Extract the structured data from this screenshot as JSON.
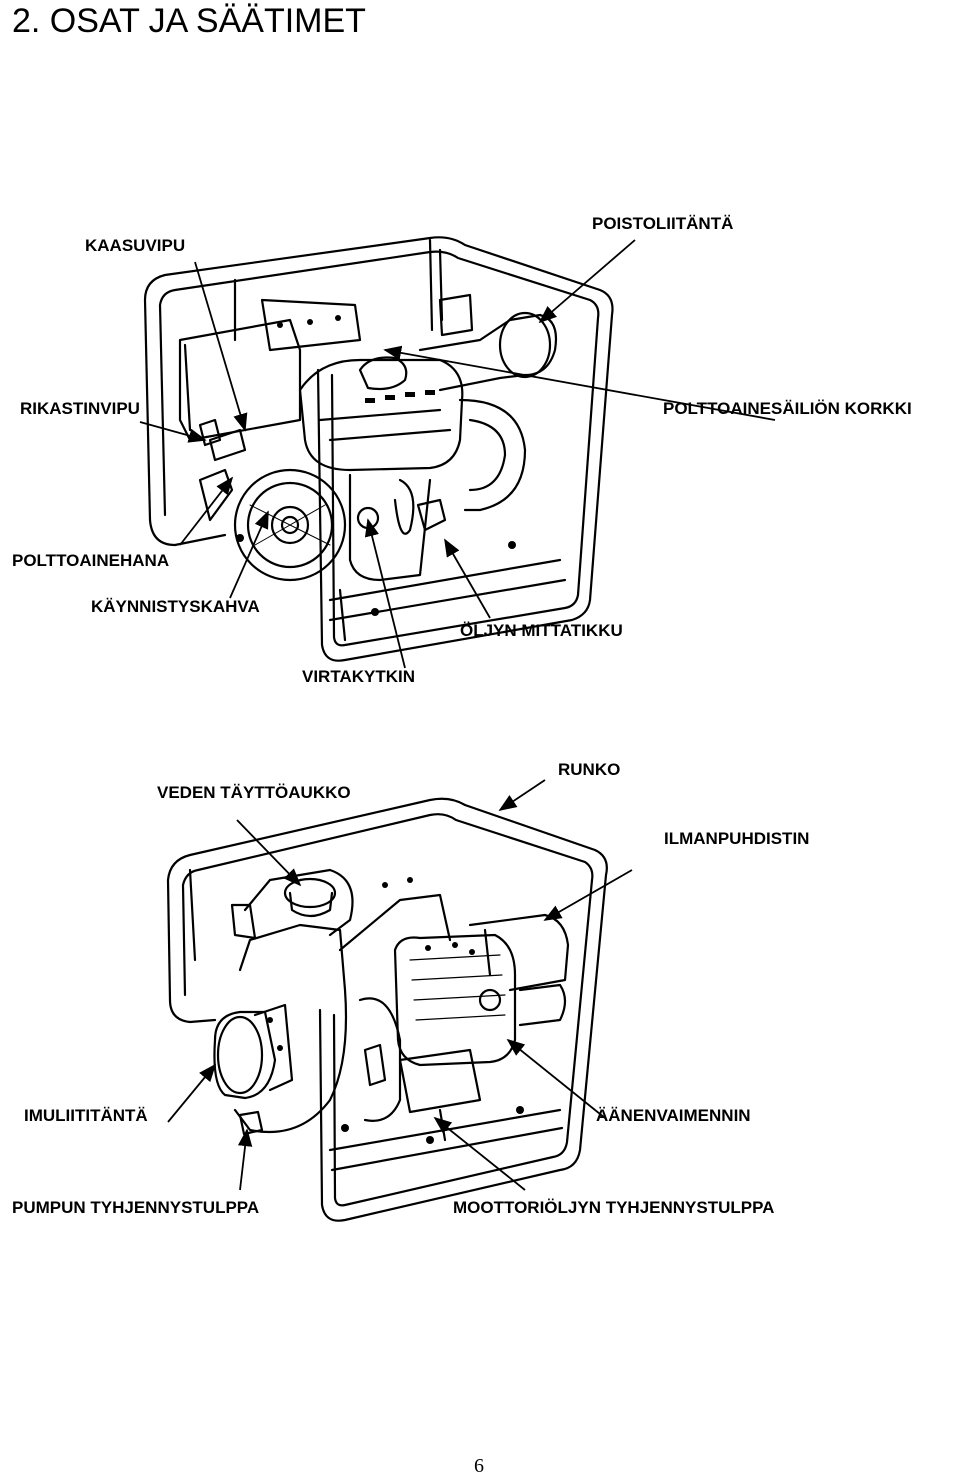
{
  "page": {
    "title": "2. OSAT JA SÄÄTIMET",
    "page_number": "6"
  },
  "figure_top": {
    "labels": {
      "throttle": "KAASUVIPU",
      "outlet": "POISTOLIITÄNTÄ",
      "choke": "RIKASTINVIPU",
      "fuel_cap": "POLTTOAINESÄILIÖN KORKKI",
      "fuel_valve": "POLTTOAINEHANA",
      "starter": "KÄYNNISTYSKAHVA",
      "dipstick": "ÖLJYN MITTATIKKU",
      "switch": "VIRTAKYTKIN"
    }
  },
  "figure_bottom": {
    "labels": {
      "priming": "VEDEN TÄYTTÖAUKKO",
      "frame": "RUNKO",
      "air_cleaner": "ILMANPUHDISTIN",
      "intake": "IMULIITITÄNTÄ",
      "muffler": "ÄÄNENVAIMENNIN",
      "pump_drain": "PUMPUN TYHJENNYSTULPPA",
      "oil_drain": "MOOTTORIÖLJYN TYHJENNYSTULPPA"
    }
  }
}
